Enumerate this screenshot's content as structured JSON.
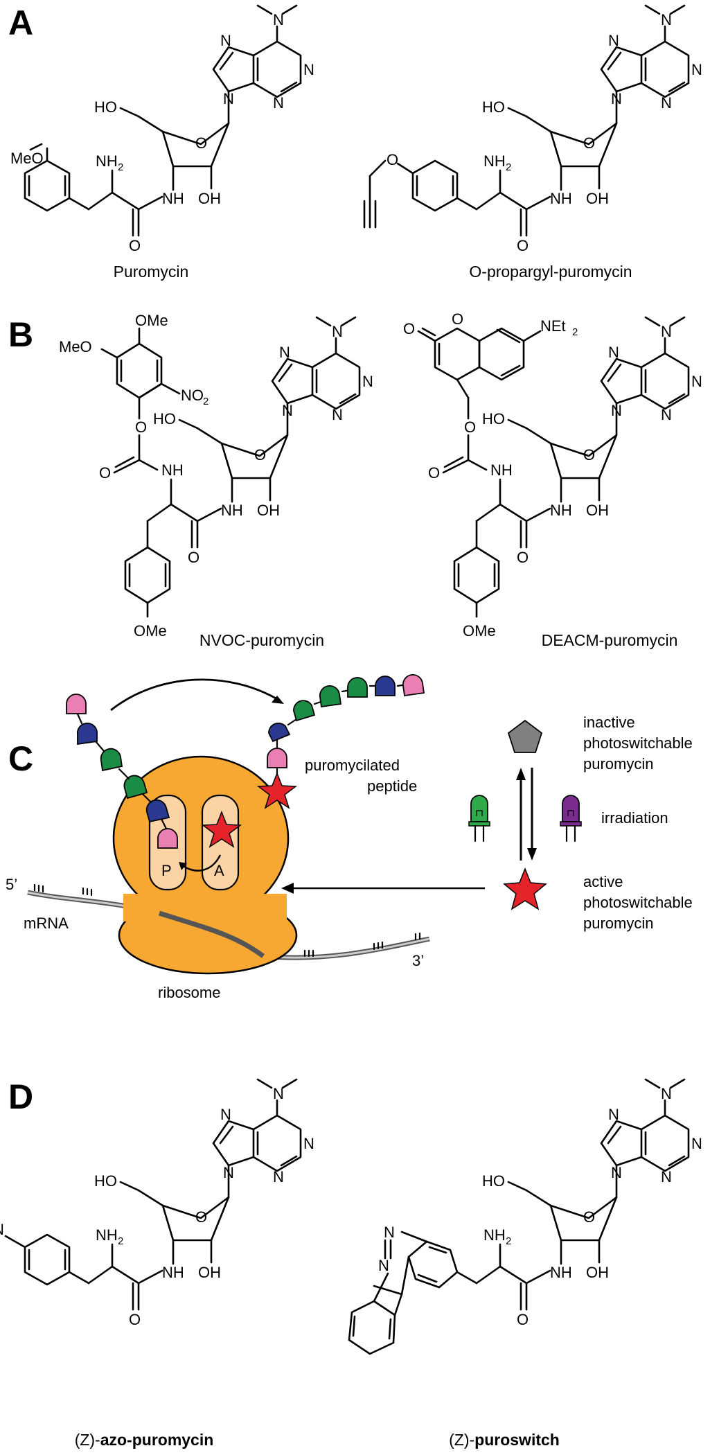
{
  "panels": {
    "A": {
      "label": "A",
      "left_caption": "Puromycin",
      "right_caption": "O-propargyl-puromycin"
    },
    "B": {
      "label": "B",
      "left_caption": "NVOC-puromycin",
      "right_caption": "DEACM-puromycin"
    },
    "C": {
      "label": "C",
      "puromycilated_line1": "puromycilated",
      "puromycilated_line2": "peptide",
      "inactive_line1": "inactive",
      "inactive_line2": "photoswitchable",
      "inactive_line3": "puromycin",
      "irradiation": "irradiation",
      "active_line1": "active",
      "active_line2": "photoswitchable",
      "active_line3": "puromycin",
      "site_p": "P",
      "site_a": "A",
      "five_prime": "5’",
      "three_prime": "3’",
      "mrna": "mRNA",
      "ribosome": "ribosome"
    },
    "D": {
      "label": "D",
      "left_prefix": "(Z)-",
      "left_bold": "azo-puromycin",
      "right_prefix": "(Z)-",
      "right_bold": "puroswitch"
    }
  },
  "atoms": {
    "nme2": "N",
    "n": "N",
    "ho": "HO",
    "oh": "OH",
    "o": "O",
    "nh": "NH",
    "nh2_main": "NH",
    "nh2_sub": "2",
    "meo": "MeO",
    "ome": "OMe",
    "no2_main": "NO",
    "no2_sub": "2",
    "net2_main": "NEt",
    "net2_sub": "2"
  },
  "colors": {
    "pink": "#E97FB3",
    "navy": "#2B3990",
    "green": "#1B8C45",
    "ribosome": "#F7A832",
    "site": "#FBD3A4",
    "star": "#E4232A",
    "pentagon": "#808080",
    "purple": "#7B2C8F",
    "led_green": "#2EAA4A"
  }
}
